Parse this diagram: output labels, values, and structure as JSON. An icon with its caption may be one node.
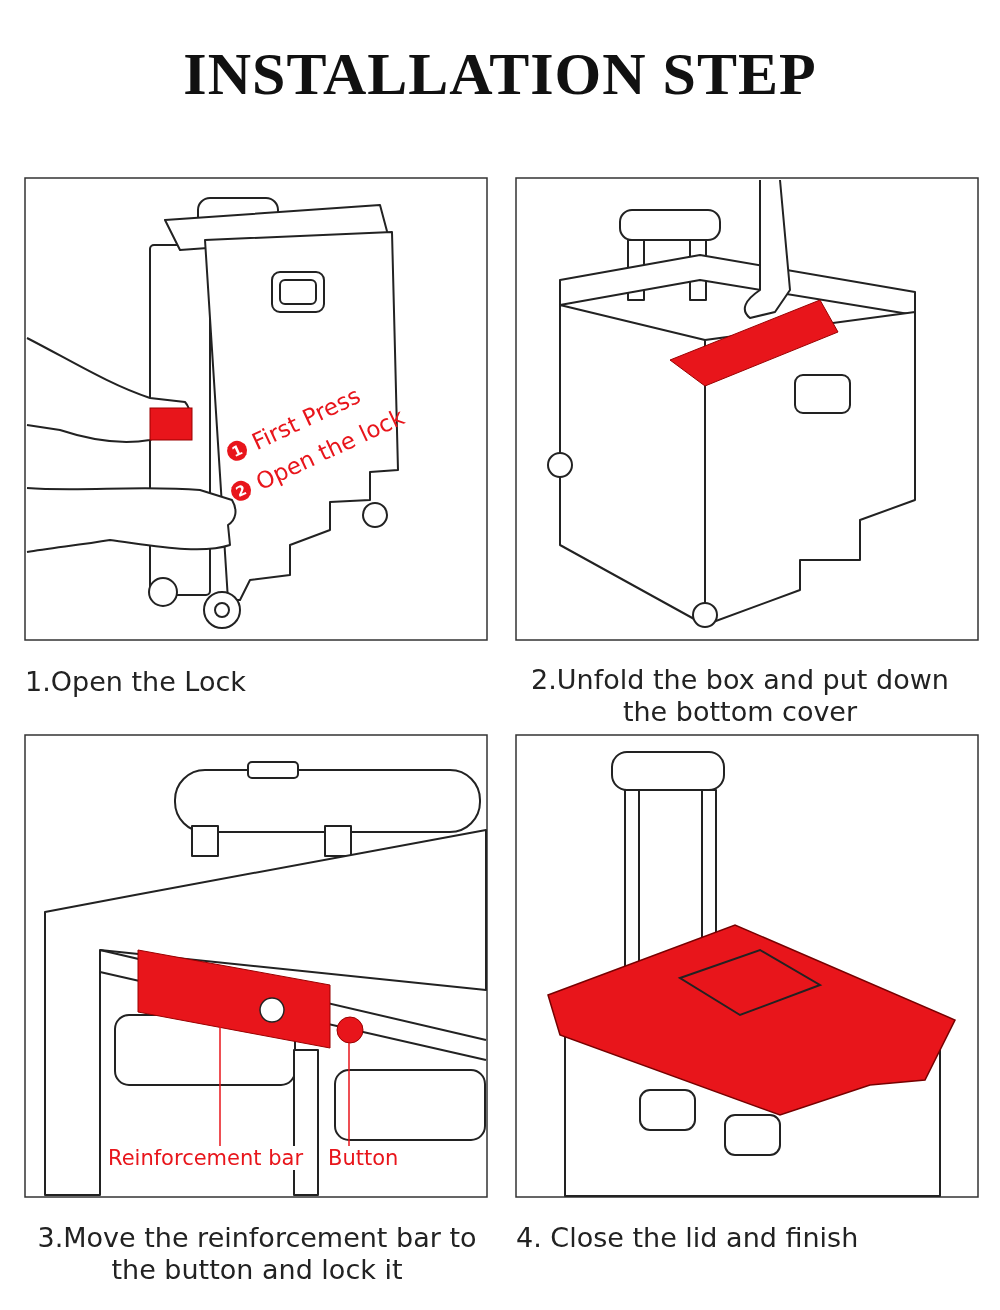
{
  "diagram": {
    "title": "INSTALLATION STEP",
    "nodes": [
      {
        "text": [
          "Reinforcement bar"
        ]
      },
      {
        "text": [],
        "shape": "bar"
      },
      {
        "text": [
          "Button"
        ]
      },
      {
        "text": [],
        "shape": "circle"
      }
    ],
    "edges": [
      {
        "from": 0,
        "to": 1,
        "arrow": "none"
      },
      {
        "from": 2,
        "to": 3,
        "arrow": "none"
      }
    ],
    "labels": [
      "1",
      "First Press",
      "2",
      "Open the lock",
      "1.Open the Lock",
      "2.Unfold the box and put down the bottom cover",
      "3.Move the reinforcement bar to the button and lock it",
      "4. Close the lid and finish"
    ]
  }
}
